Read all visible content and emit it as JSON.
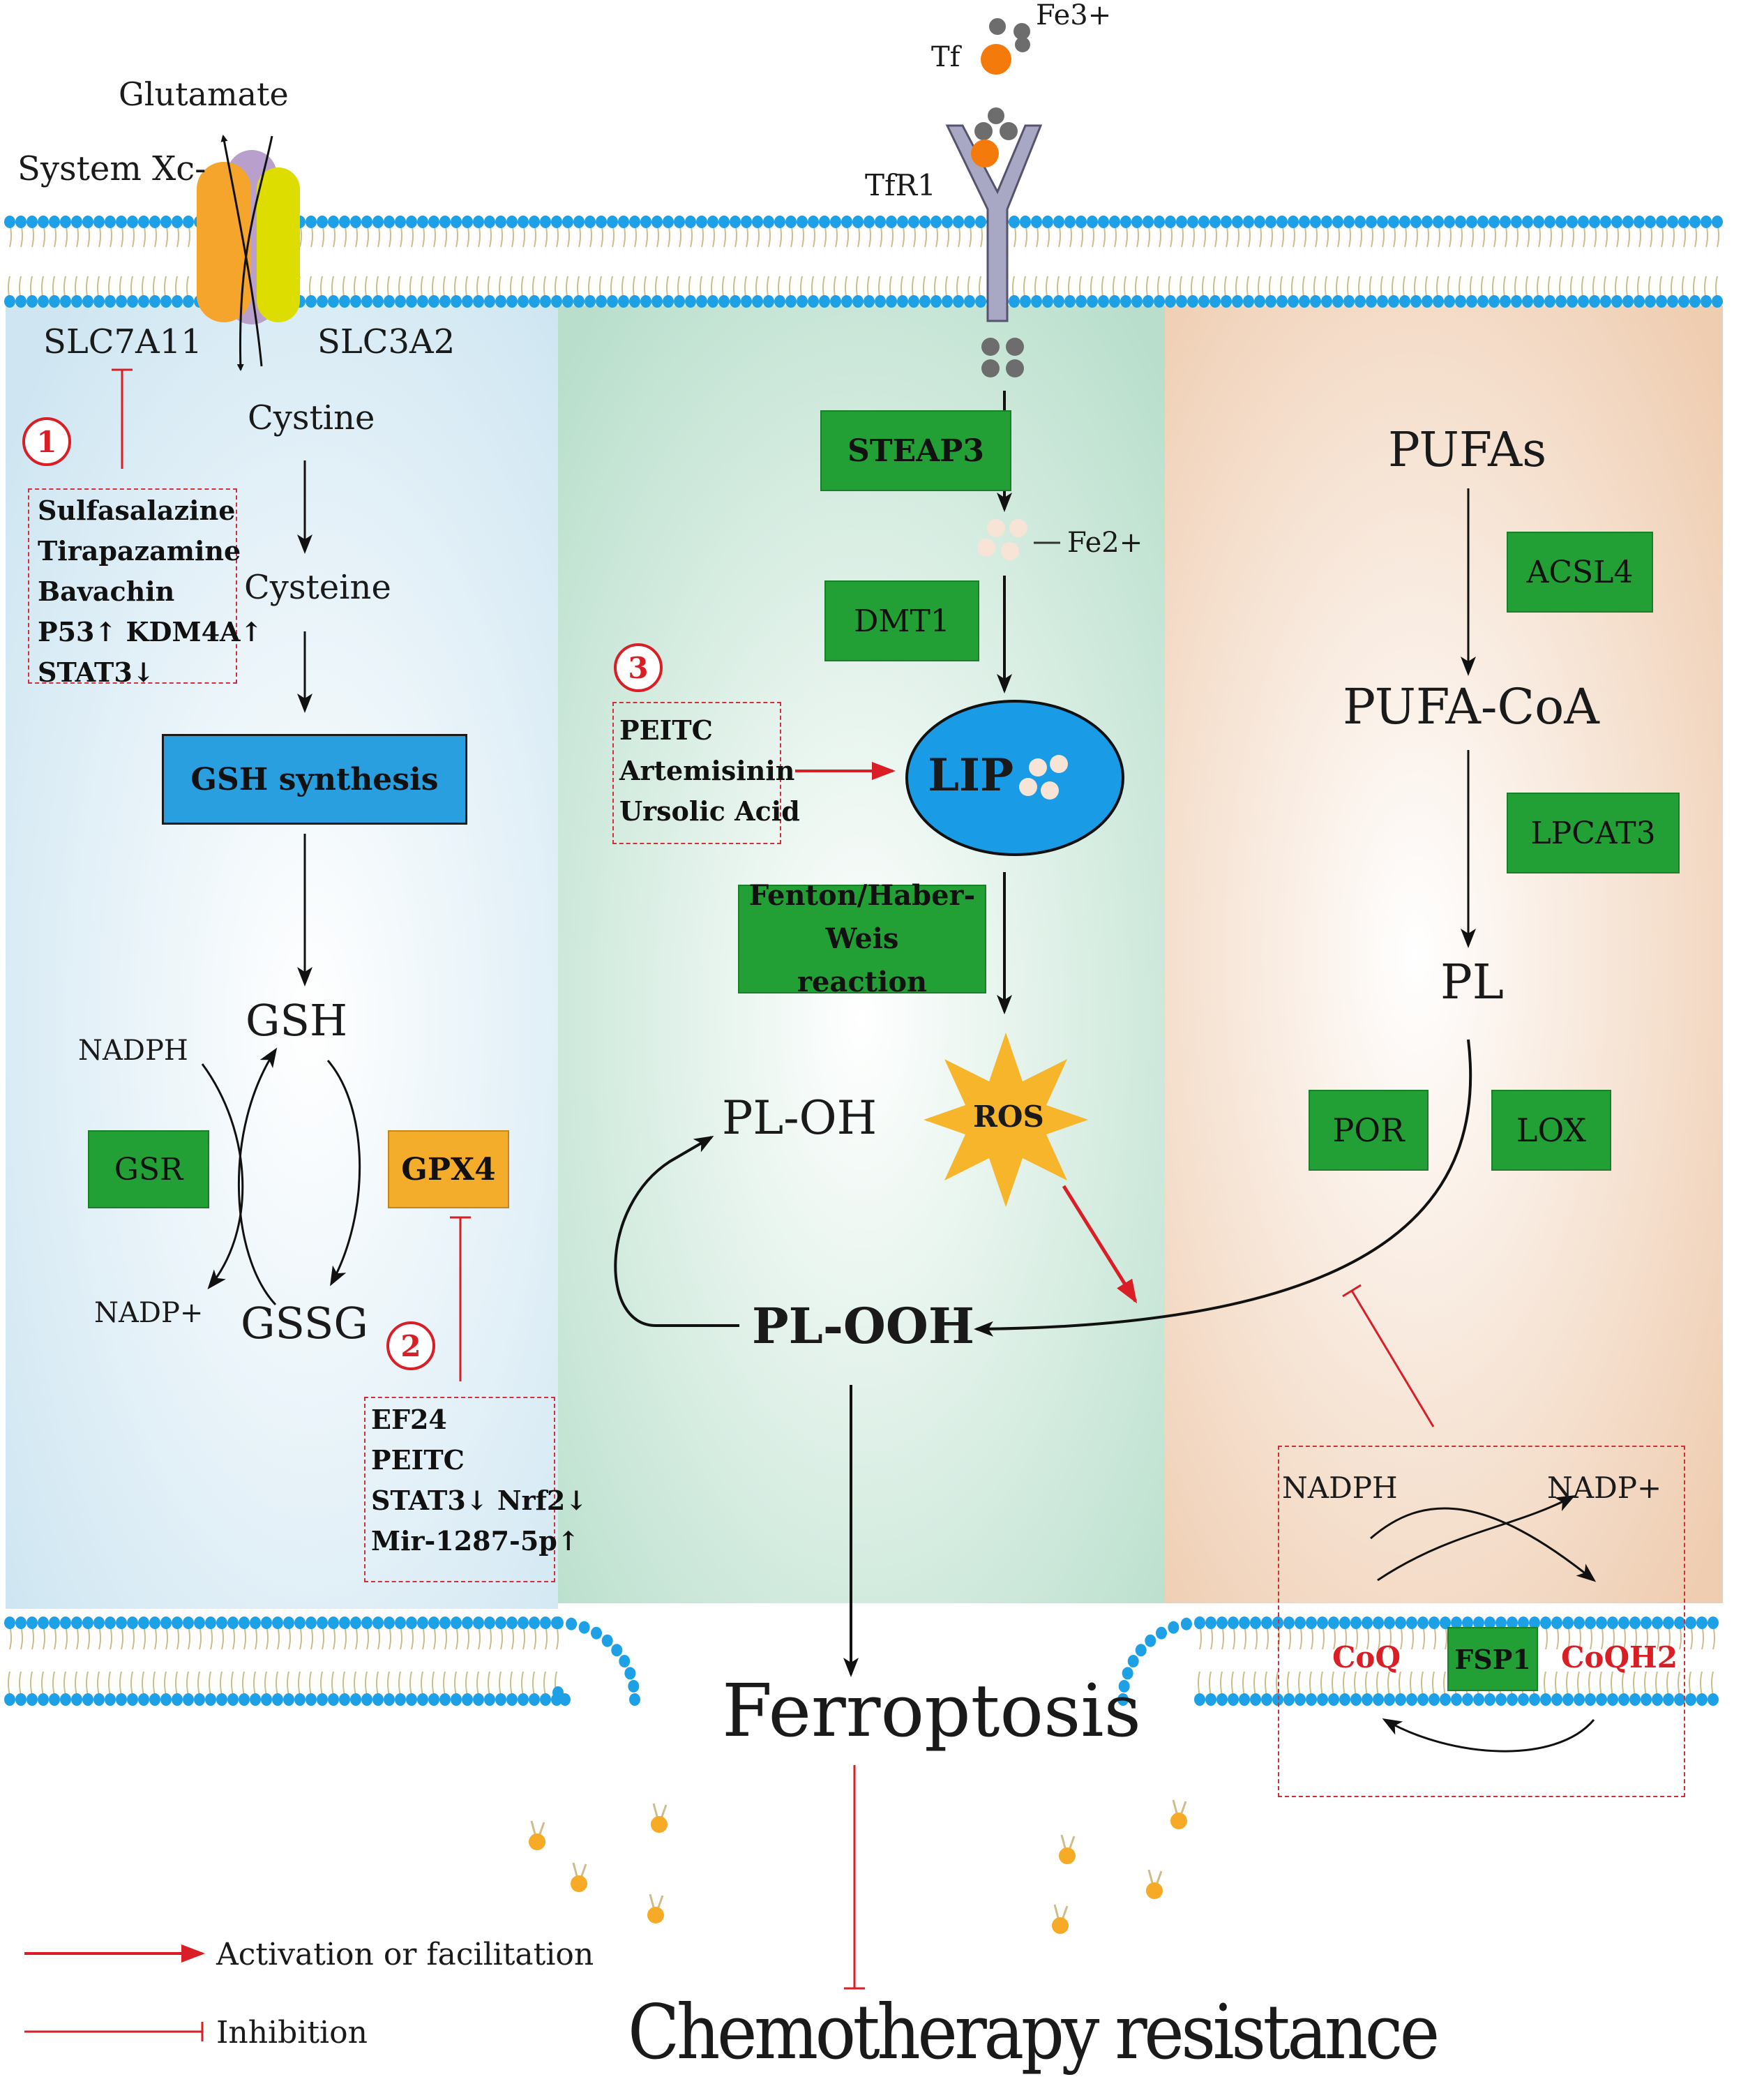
{
  "colors": {
    "left_panel": "#cfe6f2",
    "middle_panel": "#b9dfcc",
    "right_panel": "#efcdb1",
    "membrane_head": "#1ea0e6",
    "lipid_tail": "#cdbd8c",
    "enzyme_green": "#23a035",
    "enzyme_orange": "#f4ad2a",
    "gsh_box_blue": "#2a9fe0",
    "inhibition_red": "#d91e26",
    "ros_star": "#f6b52a",
    "lip_ellipse": "#1a9be6",
    "transporter_purple": "#b9a0cc",
    "slc7a11_orange": "#f5a52b",
    "slc3a2_yellow": "#dddd00"
  },
  "top": {
    "glutamate": "Glutamate",
    "system_xc": "System Xc-",
    "slc7a11": "SLC7A11",
    "slc3a2": "SLC3A2",
    "fe3": "Fe3+",
    "tf": "Tf",
    "tfr1": "TfR1"
  },
  "left": {
    "cystine": "Cystine",
    "cysteine": "Cysteine",
    "gsh_synthesis": "GSH synthesis",
    "gsh": "GSH",
    "gssg": "GSSG",
    "nadph": "NADPH",
    "nadp_plus": "NADP+",
    "gsr": "GSR",
    "gpx4": "GPX4",
    "marker1": "1",
    "drugs1": [
      "Sulfasalazine",
      "Tirapazamine",
      "Bavachin",
      "P53↑ KDM4A↑",
      "STAT3↓"
    ],
    "marker2": "2",
    "drugs2": [
      "EF24",
      "PEITC",
      "STAT3↓ Nrf2↓",
      "Mir-1287-5p↑"
    ]
  },
  "middle": {
    "steap3": "STEAP3",
    "fe2": "Fe2+",
    "dmt1": "DMT1",
    "marker3": "3",
    "drugs3": [
      "PEITC",
      "Artemisinin",
      "Ursolic Acid"
    ],
    "lip": "LIP",
    "fenton_line1": "Fenton/Haber-Weis",
    "fenton_line2": "reaction",
    "ros": "ROS",
    "pl_oh": "PL-OH",
    "pl_ooh": "PL-OOH"
  },
  "right": {
    "pufas": "PUFAs",
    "acsl4": "ACSL4",
    "pufa_coa": "PUFA-CoA",
    "lpcat3": "LPCAT3",
    "pl": "PL",
    "por": "POR",
    "lox": "LOX",
    "nadph": "NADPH",
    "nadp_plus": "NADP+",
    "coq": "CoQ",
    "fsp1": "FSP1",
    "coqh2": "CoQH2"
  },
  "bottom": {
    "ferroptosis": "Ferroptosis",
    "chemo": "Chemotherapy resistance"
  },
  "legend": {
    "activation": "Activation or facilitation",
    "inhibition": "Inhibition"
  }
}
